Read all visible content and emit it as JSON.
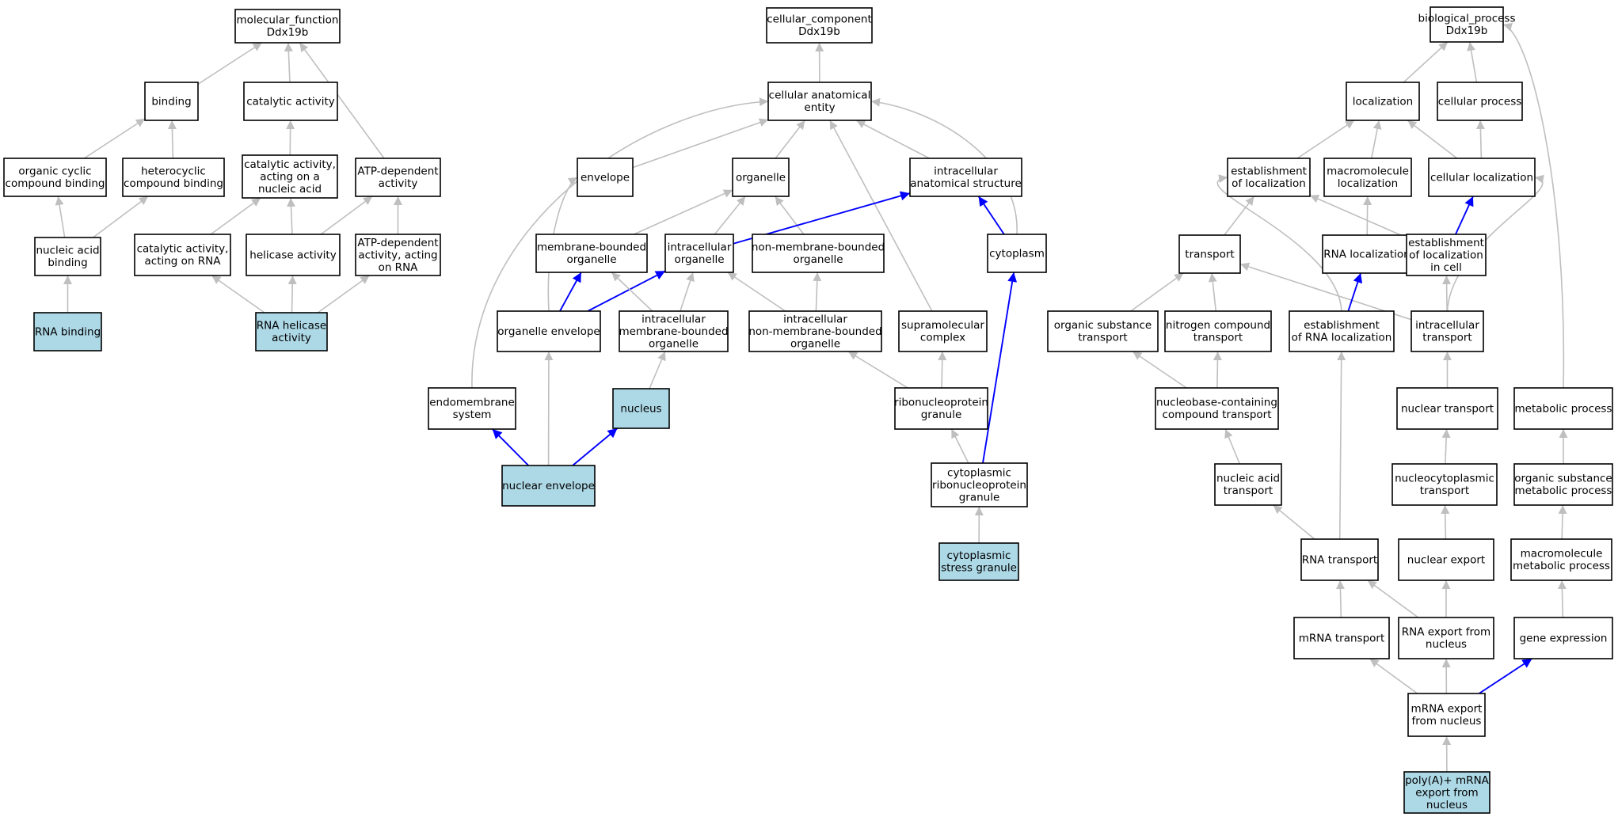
{
  "colors": {
    "highlight_fill": "#add8e6",
    "default_fill": "#ffffff",
    "grey_edge": "#bfbfbf",
    "blue_edge": "#0000ff"
  },
  "nodes": [
    {
      "id": "mf_root",
      "lines": [
        "molecular_function",
        "Ddx19b"
      ],
      "highlight": false
    },
    {
      "id": "binding",
      "lines": [
        "binding"
      ],
      "highlight": false
    },
    {
      "id": "catalytic_activity",
      "lines": [
        "catalytic activity"
      ],
      "highlight": false
    },
    {
      "id": "organic_cyclic",
      "lines": [
        "organic cyclic",
        "compound binding"
      ],
      "highlight": false
    },
    {
      "id": "heterocyclic",
      "lines": [
        "heterocyclic",
        "compound binding"
      ],
      "highlight": false
    },
    {
      "id": "cat_nucleic",
      "lines": [
        "catalytic activity,",
        "acting on a",
        "nucleic acid"
      ],
      "highlight": false
    },
    {
      "id": "atp_dep",
      "lines": [
        "ATP-dependent",
        "activity"
      ],
      "highlight": false
    },
    {
      "id": "nucleic_acid_binding",
      "lines": [
        "nucleic acid",
        "binding"
      ],
      "highlight": false
    },
    {
      "id": "cat_rna",
      "lines": [
        "catalytic activity,",
        "acting on RNA"
      ],
      "highlight": false
    },
    {
      "id": "helicase",
      "lines": [
        "helicase activity"
      ],
      "highlight": false
    },
    {
      "id": "atp_dep_rna",
      "lines": [
        "ATP-dependent",
        "activity, acting",
        "on RNA"
      ],
      "highlight": false
    },
    {
      "id": "rna_binding",
      "lines": [
        "RNA binding"
      ],
      "highlight": true
    },
    {
      "id": "rna_helicase",
      "lines": [
        "RNA helicase",
        "activity"
      ],
      "highlight": true
    },
    {
      "id": "cc_root",
      "lines": [
        "cellular_component",
        "Ddx19b"
      ],
      "highlight": false
    },
    {
      "id": "cae",
      "lines": [
        "cellular anatomical",
        "entity"
      ],
      "highlight": false
    },
    {
      "id": "envelope",
      "lines": [
        "envelope"
      ],
      "highlight": false
    },
    {
      "id": "organelle",
      "lines": [
        "organelle"
      ],
      "highlight": false
    },
    {
      "id": "intracellular_as",
      "lines": [
        "intracellular",
        "anatomical structure"
      ],
      "highlight": false
    },
    {
      "id": "membrane_bounded",
      "lines": [
        "membrane-bounded",
        "organelle"
      ],
      "highlight": false
    },
    {
      "id": "intracellular_org",
      "lines": [
        "intracellular",
        "organelle"
      ],
      "highlight": false
    },
    {
      "id": "non_membrane",
      "lines": [
        "non-membrane-bounded",
        "organelle"
      ],
      "highlight": false
    },
    {
      "id": "cytoplasm",
      "lines": [
        "cytoplasm"
      ],
      "highlight": false
    },
    {
      "id": "organelle_envelope",
      "lines": [
        "organelle envelope"
      ],
      "highlight": false
    },
    {
      "id": "intra_membrane",
      "lines": [
        "intracellular",
        "membrane-bounded",
        "organelle"
      ],
      "highlight": false
    },
    {
      "id": "intra_non_membrane",
      "lines": [
        "intracellular",
        "non-membrane-bounded",
        "organelle"
      ],
      "highlight": false
    },
    {
      "id": "supramolecular",
      "lines": [
        "supramolecular",
        "complex"
      ],
      "highlight": false
    },
    {
      "id": "endomembrane",
      "lines": [
        "endomembrane",
        "system"
      ],
      "highlight": false
    },
    {
      "id": "nucleus",
      "lines": [
        "nucleus"
      ],
      "highlight": true
    },
    {
      "id": "rnp_granule",
      "lines": [
        "ribonucleoprotein",
        "granule"
      ],
      "highlight": false
    },
    {
      "id": "nuclear_envelope",
      "lines": [
        "nuclear envelope"
      ],
      "highlight": true
    },
    {
      "id": "cyto_rnp_granule",
      "lines": [
        "cytoplasmic",
        "ribonucleoprotein",
        "granule"
      ],
      "highlight": false
    },
    {
      "id": "stress_granule",
      "lines": [
        "cytoplasmic",
        "stress granule"
      ],
      "highlight": true
    },
    {
      "id": "bp_root",
      "lines": [
        "biological_process",
        "Ddx19b"
      ],
      "highlight": false
    },
    {
      "id": "localization",
      "lines": [
        "localization"
      ],
      "highlight": false
    },
    {
      "id": "cellular_process",
      "lines": [
        "cellular process"
      ],
      "highlight": false
    },
    {
      "id": "est_localization",
      "lines": [
        "establishment",
        "of localization"
      ],
      "highlight": false
    },
    {
      "id": "macromol_loc",
      "lines": [
        "macromolecule",
        "localization"
      ],
      "highlight": false
    },
    {
      "id": "cellular_loc",
      "lines": [
        "cellular localization"
      ],
      "highlight": false
    },
    {
      "id": "transport",
      "lines": [
        "transport"
      ],
      "highlight": false
    },
    {
      "id": "rna_loc",
      "lines": [
        "RNA localization"
      ],
      "highlight": false
    },
    {
      "id": "est_loc_cell",
      "lines": [
        "establishment",
        "of localization",
        "in cell"
      ],
      "highlight": false
    },
    {
      "id": "organic_transport",
      "lines": [
        "organic substance",
        "transport"
      ],
      "highlight": false
    },
    {
      "id": "nitrogen_transport",
      "lines": [
        "nitrogen compound",
        "transport"
      ],
      "highlight": false
    },
    {
      "id": "est_rna_loc",
      "lines": [
        "establishment",
        "of RNA localization"
      ],
      "highlight": false
    },
    {
      "id": "intracellular_transport",
      "lines": [
        "intracellular",
        "transport"
      ],
      "highlight": false
    },
    {
      "id": "nucleobase_transport",
      "lines": [
        "nucleobase-containing",
        "compound transport"
      ],
      "highlight": false
    },
    {
      "id": "nuclear_transport",
      "lines": [
        "nuclear transport"
      ],
      "highlight": false
    },
    {
      "id": "metabolic",
      "lines": [
        "metabolic process"
      ],
      "highlight": false
    },
    {
      "id": "nucleic_transport",
      "lines": [
        "nucleic acid",
        "transport"
      ],
      "highlight": false
    },
    {
      "id": "nucleocyto",
      "lines": [
        "nucleocytoplasmic",
        "transport"
      ],
      "highlight": false
    },
    {
      "id": "organic_metabolic",
      "lines": [
        "organic substance",
        "metabolic process"
      ],
      "highlight": false
    },
    {
      "id": "rna_transport",
      "lines": [
        "RNA transport"
      ],
      "highlight": false
    },
    {
      "id": "nuclear_export",
      "lines": [
        "nuclear export"
      ],
      "highlight": false
    },
    {
      "id": "macromol_metabolic",
      "lines": [
        "macromolecule",
        "metabolic process"
      ],
      "highlight": false
    },
    {
      "id": "mrna_transport",
      "lines": [
        "mRNA transport"
      ],
      "highlight": false
    },
    {
      "id": "rna_export",
      "lines": [
        "RNA export from",
        "nucleus"
      ],
      "highlight": false
    },
    {
      "id": "gene_expression",
      "lines": [
        "gene expression"
      ],
      "highlight": false
    },
    {
      "id": "mrna_export",
      "lines": [
        "mRNA export",
        "from nucleus"
      ],
      "highlight": false
    },
    {
      "id": "polya",
      "lines": [
        "poly(A)+ mRNA",
        "export from",
        "nucleus"
      ],
      "highlight": true
    }
  ],
  "edges": [
    {
      "from": "binding",
      "to": "mf_root",
      "color": "grey"
    },
    {
      "from": "catalytic_activity",
      "to": "mf_root",
      "color": "grey"
    },
    {
      "from": "atp_dep",
      "to": "mf_root",
      "color": "grey"
    },
    {
      "from": "organic_cyclic",
      "to": "binding",
      "color": "grey"
    },
    {
      "from": "heterocyclic",
      "to": "binding",
      "color": "grey"
    },
    {
      "from": "cat_nucleic",
      "to": "catalytic_activity",
      "color": "grey"
    },
    {
      "from": "nucleic_acid_binding",
      "to": "organic_cyclic",
      "color": "grey"
    },
    {
      "from": "nucleic_acid_binding",
      "to": "heterocyclic",
      "color": "grey"
    },
    {
      "from": "cat_rna",
      "to": "cat_nucleic",
      "color": "grey"
    },
    {
      "from": "helicase",
      "to": "cat_nucleic",
      "color": "grey"
    },
    {
      "from": "helicase",
      "to": "atp_dep",
      "color": "grey"
    },
    {
      "from": "atp_dep_rna",
      "to": "atp_dep",
      "color": "grey"
    },
    {
      "from": "rna_binding",
      "to": "nucleic_acid_binding",
      "color": "grey"
    },
    {
      "from": "rna_helicase",
      "to": "cat_rna",
      "color": "grey"
    },
    {
      "from": "rna_helicase",
      "to": "helicase",
      "color": "grey"
    },
    {
      "from": "rna_helicase",
      "to": "atp_dep_rna",
      "color": "grey"
    },
    {
      "from": "cae",
      "to": "cc_root",
      "color": "grey"
    },
    {
      "from": "envelope",
      "to": "cae",
      "color": "grey"
    },
    {
      "from": "organelle",
      "to": "cae",
      "color": "grey"
    },
    {
      "from": "intracellular_as",
      "to": "cae",
      "color": "grey"
    },
    {
      "from": "cytoplasm",
      "to": "cae",
      "color": "grey",
      "curve": "right"
    },
    {
      "from": "endomembrane",
      "to": "cae",
      "color": "grey",
      "curve": "left"
    },
    {
      "from": "supramolecular",
      "to": "cae",
      "color": "grey"
    },
    {
      "from": "membrane_bounded",
      "to": "organelle",
      "color": "grey"
    },
    {
      "from": "intracellular_org",
      "to": "organelle",
      "color": "grey"
    },
    {
      "from": "non_membrane",
      "to": "organelle",
      "color": "grey"
    },
    {
      "from": "intracellular_org",
      "to": "intracellular_as",
      "color": "blue"
    },
    {
      "from": "cytoplasm",
      "to": "intracellular_as",
      "color": "blue"
    },
    {
      "from": "organelle_envelope",
      "to": "envelope",
      "color": "grey",
      "curve": "left"
    },
    {
      "from": "organelle_envelope",
      "to": "membrane_bounded",
      "color": "blue"
    },
    {
      "from": "organelle_envelope",
      "to": "intracellular_org",
      "color": "blue"
    },
    {
      "from": "intra_membrane",
      "to": "membrane_bounded",
      "color": "grey"
    },
    {
      "from": "intra_membrane",
      "to": "intracellular_org",
      "color": "grey"
    },
    {
      "from": "intra_non_membrane",
      "to": "intracellular_org",
      "color": "grey"
    },
    {
      "from": "intra_non_membrane",
      "to": "non_membrane",
      "color": "grey"
    },
    {
      "from": "nucleus",
      "to": "intra_membrane",
      "color": "grey"
    },
    {
      "from": "rnp_granule",
      "to": "intra_non_membrane",
      "color": "grey"
    },
    {
      "from": "rnp_granule",
      "to": "supramolecular",
      "color": "grey"
    },
    {
      "from": "nuclear_envelope",
      "to": "endomembrane",
      "color": "blue"
    },
    {
      "from": "nuclear_envelope",
      "to": "organelle_envelope",
      "color": "grey"
    },
    {
      "from": "nuclear_envelope",
      "to": "nucleus",
      "color": "blue"
    },
    {
      "from": "cyto_rnp_granule",
      "to": "rnp_granule",
      "color": "grey"
    },
    {
      "from": "cyto_rnp_granule",
      "to": "cytoplasm",
      "color": "blue"
    },
    {
      "from": "stress_granule",
      "to": "cyto_rnp_granule",
      "color": "grey"
    },
    {
      "from": "localization",
      "to": "bp_root",
      "color": "grey"
    },
    {
      "from": "cellular_process",
      "to": "bp_root",
      "color": "grey"
    },
    {
      "from": "metabolic",
      "to": "bp_root",
      "color": "grey",
      "curve": "right"
    },
    {
      "from": "est_localization",
      "to": "localization",
      "color": "grey"
    },
    {
      "from": "macromol_loc",
      "to": "localization",
      "color": "grey"
    },
    {
      "from": "cellular_loc",
      "to": "localization",
      "color": "grey"
    },
    {
      "from": "cellular_loc",
      "to": "cellular_process",
      "color": "grey"
    },
    {
      "from": "transport",
      "to": "est_localization",
      "color": "grey"
    },
    {
      "from": "est_loc_cell",
      "to": "est_localization",
      "color": "grey"
    },
    {
      "from": "est_rna_loc",
      "to": "est_localization",
      "color": "grey",
      "curve": "left"
    },
    {
      "from": "rna_loc",
      "to": "macromol_loc",
      "color": "grey"
    },
    {
      "from": "est_loc_cell",
      "to": "cellular_loc",
      "color": "blue"
    },
    {
      "from": "intracellular_transport",
      "to": "cellular_loc",
      "color": "grey",
      "curve": "right"
    },
    {
      "from": "organic_transport",
      "to": "transport",
      "color": "grey"
    },
    {
      "from": "nitrogen_transport",
      "to": "transport",
      "color": "grey"
    },
    {
      "from": "intracellular_transport",
      "to": "transport",
      "color": "grey"
    },
    {
      "from": "est_rna_loc",
      "to": "rna_loc",
      "color": "blue"
    },
    {
      "from": "intracellular_transport",
      "to": "est_loc_cell",
      "color": "grey"
    },
    {
      "from": "nucleobase_transport",
      "to": "organic_transport",
      "color": "grey"
    },
    {
      "from": "nucleobase_transport",
      "to": "nitrogen_transport",
      "color": "grey"
    },
    {
      "from": "nuclear_transport",
      "to": "intracellular_transport",
      "color": "grey"
    },
    {
      "from": "nucleic_transport",
      "to": "nucleobase_transport",
      "color": "grey"
    },
    {
      "from": "nucleocyto",
      "to": "nuclear_transport",
      "color": "grey"
    },
    {
      "from": "organic_metabolic",
      "to": "metabolic",
      "color": "grey"
    },
    {
      "from": "rna_transport",
      "to": "nucleic_transport",
      "color": "grey"
    },
    {
      "from": "rna_transport",
      "to": "est_rna_loc",
      "color": "grey"
    },
    {
      "from": "nuclear_export",
      "to": "nucleocyto",
      "color": "grey"
    },
    {
      "from": "macromol_metabolic",
      "to": "organic_metabolic",
      "color": "grey"
    },
    {
      "from": "mrna_transport",
      "to": "rna_transport",
      "color": "grey"
    },
    {
      "from": "rna_export",
      "to": "rna_transport",
      "color": "grey"
    },
    {
      "from": "rna_export",
      "to": "nuclear_export",
      "color": "grey"
    },
    {
      "from": "gene_expression",
      "to": "macromol_metabolic",
      "color": "grey"
    },
    {
      "from": "mrna_export",
      "to": "mrna_transport",
      "color": "grey"
    },
    {
      "from": "mrna_export",
      "to": "rna_export",
      "color": "grey"
    },
    {
      "from": "mrna_export",
      "to": "gene_expression",
      "color": "blue"
    },
    {
      "from": "polya",
      "to": "mrna_export",
      "color": "grey"
    }
  ]
}
